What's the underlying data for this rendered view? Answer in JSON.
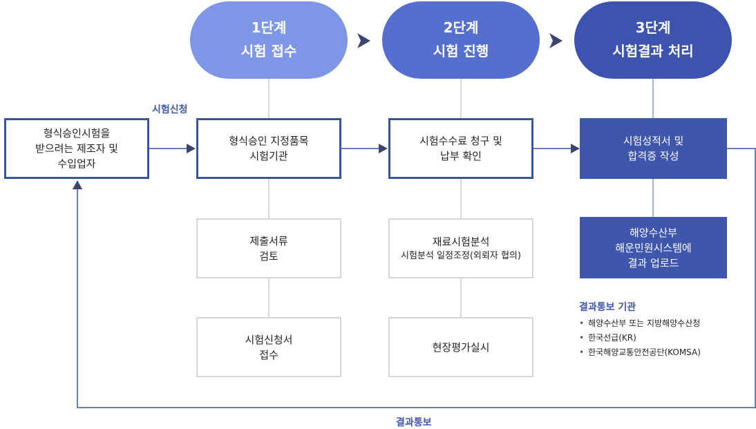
{
  "stages": [
    {
      "num": "1단계",
      "name": "시험 접수",
      "color": "#7d97e6"
    },
    {
      "num": "2단계",
      "name": "시험 진행",
      "color": "#566fcf"
    },
    {
      "num": "3단계",
      "name": "시험결과 처리",
      "color": "#3c54ad"
    }
  ],
  "applicant": {
    "lines": [
      "형식승인시험을",
      "받으려는 제조자 및",
      "수입업자"
    ]
  },
  "labels": {
    "apply": "시험신청",
    "result": "결과통보"
  },
  "col1": {
    "main": [
      "형식승인 지정품목",
      "시험기관"
    ],
    "review": [
      "제출서류",
      "검토"
    ],
    "receive": [
      "시험신청서",
      "접수"
    ]
  },
  "col2": {
    "main": [
      "시험수수료 청구 및",
      "납부 확인"
    ],
    "analysis": {
      "title": "재료시험분석",
      "sub": "시험분석 일정조정(외뢰자 협의)"
    },
    "onsite": "현장평가실시"
  },
  "col3": {
    "main": [
      "시험성적서 및",
      "합격증 작성"
    ],
    "upload": [
      "해양수산부",
      "해운민원시스템에",
      "결과 업로드"
    ]
  },
  "notify": {
    "title": "결과통보 기관",
    "items": [
      "해양수산부 또는 지방해양수산청",
      "한국선급(KR)",
      "한국해양교통안전공단(KOMSA)"
    ]
  },
  "colors": {
    "accent": "#3f56ad",
    "border_blue": "#3a53a5",
    "border_gray": "#d5d5d5",
    "line_gray": "#c8c8c8",
    "arrow": "#3a4572"
  }
}
